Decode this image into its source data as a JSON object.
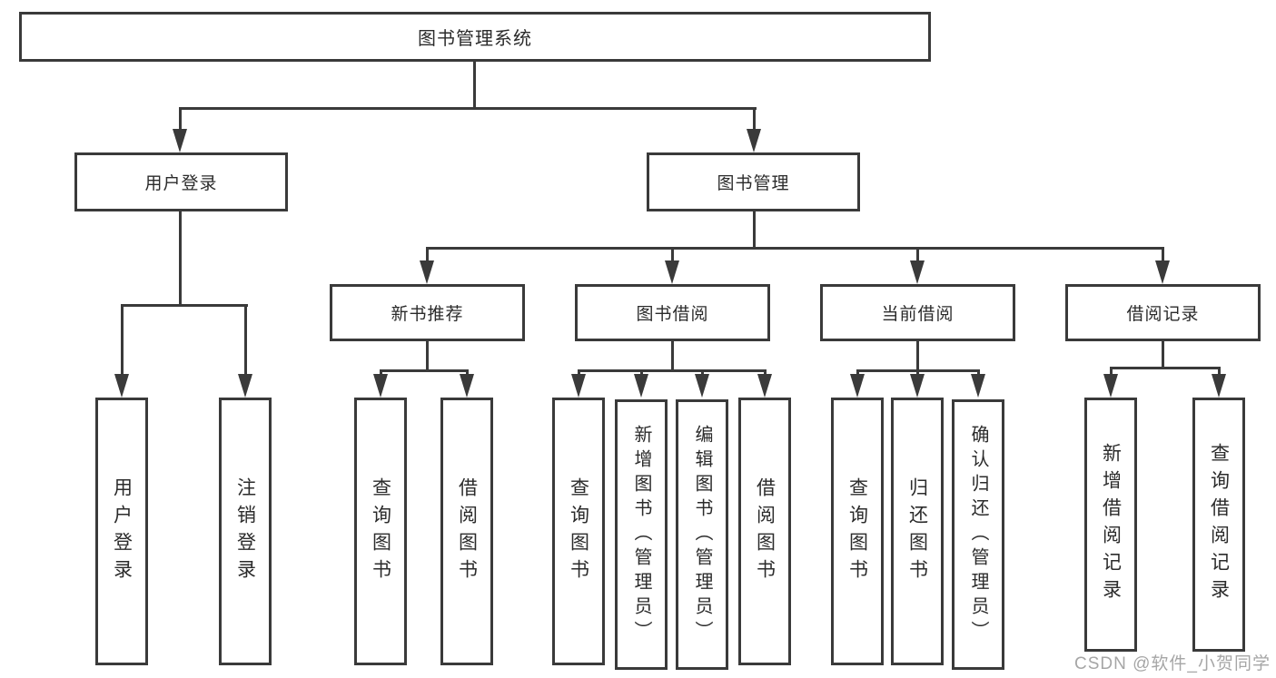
{
  "diagram": {
    "title": "图书管理系统",
    "branches": [
      {
        "label": "用户登录",
        "children": [
          {
            "label": "用户登录"
          },
          {
            "label": "注销登录"
          }
        ]
      },
      {
        "label": "图书管理",
        "children": [
          {
            "label": "新书推荐",
            "children": [
              {
                "label": "查询图书"
              },
              {
                "label": "借阅图书"
              }
            ]
          },
          {
            "label": "图书借阅",
            "children": [
              {
                "label": "查询图书"
              },
              {
                "label": "新增图书（管理员）"
              },
              {
                "label": "编辑图书（管理员）"
              },
              {
                "label": "借阅图书"
              }
            ]
          },
          {
            "label": "当前借阅",
            "children": [
              {
                "label": "查询图书"
              },
              {
                "label": "归还图书"
              },
              {
                "label": "确认归还（管理员）"
              }
            ]
          },
          {
            "label": "借阅记录",
            "children": [
              {
                "label": "新增借阅记录"
              },
              {
                "label": "查询借阅记录"
              }
            ]
          }
        ]
      }
    ]
  },
  "watermark": {
    "text": "CSDN @软件_小贺同学"
  },
  "colors": {
    "line": "#3a3a3a",
    "text": "#2b2b2b",
    "watermark": "#a6a6a6",
    "background": "#ffffff"
  }
}
